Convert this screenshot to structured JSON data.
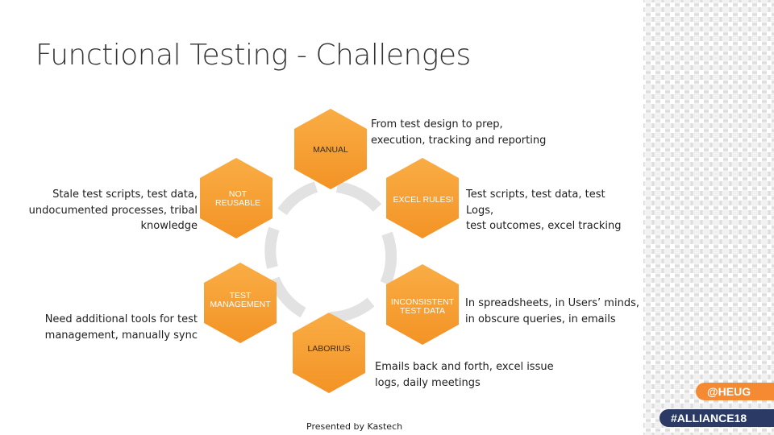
{
  "title": "Functional Testing - Challenges",
  "hexes": {
    "manual": "MANUAL",
    "not_reusable": [
      "NOT",
      "REUSABLE"
    ],
    "excel_rules": "EXCEL RULES!",
    "test_management": [
      "TEST",
      "MANAGEMENT"
    ],
    "inconsistent": [
      "INCONSISTENT",
      "TEST DATA"
    ],
    "laborious": "LABORIUS"
  },
  "notes": {
    "manual": [
      "From test design to prep,",
      "execution, tracking and reporting"
    ],
    "not_reusable": [
      "Stale test scripts, test data,",
      "undocumented processes, tribal",
      "knowledge"
    ],
    "excel_rules": [
      "Test scripts, test data, test",
      "Logs,",
      "test outcomes, excel tracking"
    ],
    "test_management": [
      "Need additional tools for test",
      "management, manually sync"
    ],
    "inconsistent": [
      "In spreadsheets, in Users’ minds,",
      "in obscure queries, in emails"
    ],
    "laborious": [
      "Emails back and forth, excel issue",
      "logs, daily meetings"
    ]
  },
  "footer": "Presented by Kastech",
  "badges": {
    "heug": "@HEUG",
    "alliance": "#ALLIANCE18"
  },
  "colors": {
    "hex": "#f7a035",
    "hex_dark": "#ee8f1d",
    "ring": "#e2e2e2",
    "badge_orange": "#f58a33",
    "badge_blue": "#2a3a64"
  }
}
